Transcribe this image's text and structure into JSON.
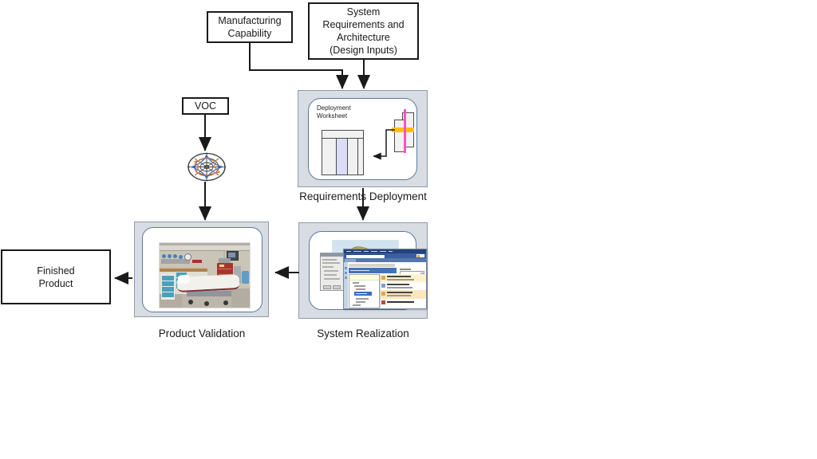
{
  "title": "Product development process flow diagram",
  "colors": {
    "stage_fill": "#d8dce3",
    "stage_border": "#919aa8",
    "inner_border": "#5b7aa0",
    "arrow": "#1a1a1a",
    "pink": "#ff50c8",
    "yellow": "#ffc000",
    "lavender": "#dcdcf5",
    "radar_blue": "#4472c4",
    "radar_orange": "#ed7d31",
    "table_fill": "#f1f1f1",
    "table_border": "#4a4a4a"
  },
  "input_boxes": {
    "manufacturing": {
      "lines": [
        "Manufacturing",
        "Capability"
      ]
    },
    "system_requirements": {
      "lines": [
        "System",
        "Requirements and",
        "Architecture",
        "(Design Inputs)"
      ]
    },
    "voc": {
      "label": "VOC"
    },
    "finished_product": {
      "lines": [
        "Finished",
        "Product"
      ]
    }
  },
  "stages": {
    "requirements_deployment": {
      "label": "Requirements Deployment",
      "worksheet_title_lines": [
        "Deployment",
        "Worksheet"
      ]
    },
    "system_realization": {
      "label": "System Realization"
    },
    "product_validation": {
      "label": "Product Validation"
    }
  },
  "icons": {
    "radar": "radar-chart-icon",
    "deployment_table": "deployment-table-icon",
    "qfd_matrix": "qfd-matrix-icon",
    "cad_model": "cad-model-thumbnail",
    "software_window": "software-window-thumbnail",
    "hospital_room": "hospital-room-photo"
  }
}
